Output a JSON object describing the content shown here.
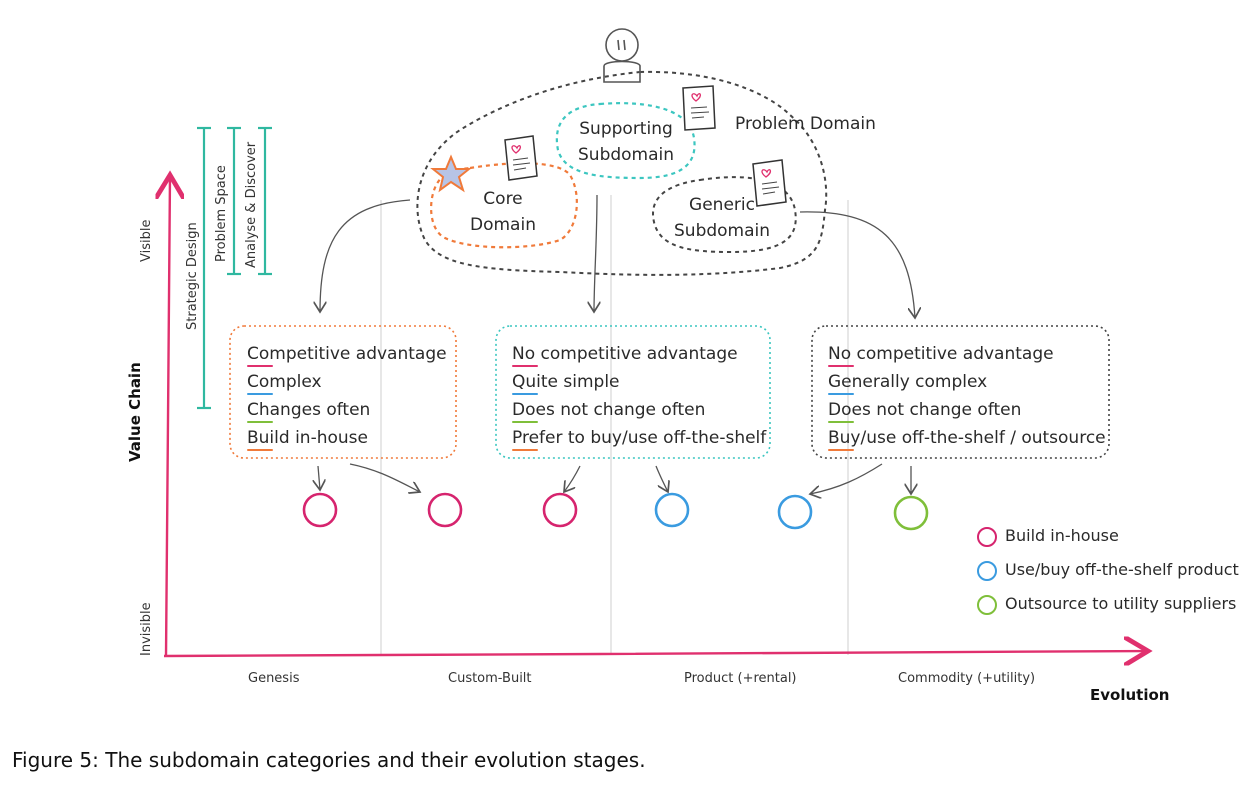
{
  "problem_domain": "Problem Domain",
  "core_domain": "Core\nDomain",
  "supporting_subdomain": "Supporting\nSubdomain",
  "generic_subdomain": "Generic\nSubdomain",
  "axes": {
    "y_title": "Value Chain",
    "y_top": "Visible",
    "y_bottom": "Invisible",
    "x_title": "Evolution",
    "x_stages": [
      "Genesis",
      "Custom-Built",
      "Product (+rental)",
      "Commodity (+utility)"
    ]
  },
  "brackets": [
    "Strategic Design",
    "Problem Space",
    "Analyse & Discover"
  ],
  "boxes": {
    "core": [
      "Competitive advantage",
      "Complex",
      "Changes often",
      "Build in-house"
    ],
    "supporting": [
      "No competitive advantage",
      "Quite simple",
      "Does not change often",
      "Prefer to buy/use off-the-shelf"
    ],
    "generic": [
      "No competitive advantage",
      "Generally complex",
      "Does not change often",
      "Buy/use off-the-shelf / outsource"
    ]
  },
  "legend": [
    "Build in-house",
    "Use/buy off-the-shelf product",
    "Outsource to utility suppliers"
  ],
  "colors": {
    "axis": "#e0306e",
    "build": "#d6246e",
    "buy": "#3a9be0",
    "outsource": "#7fbf3a",
    "core_border": "#f07a3a",
    "supporting_border": "#3cc6c0",
    "generic_border": "#444444",
    "bracket": "#2fb8a0"
  },
  "caption": "Figure 5: The subdomain categories and their evolution stages."
}
